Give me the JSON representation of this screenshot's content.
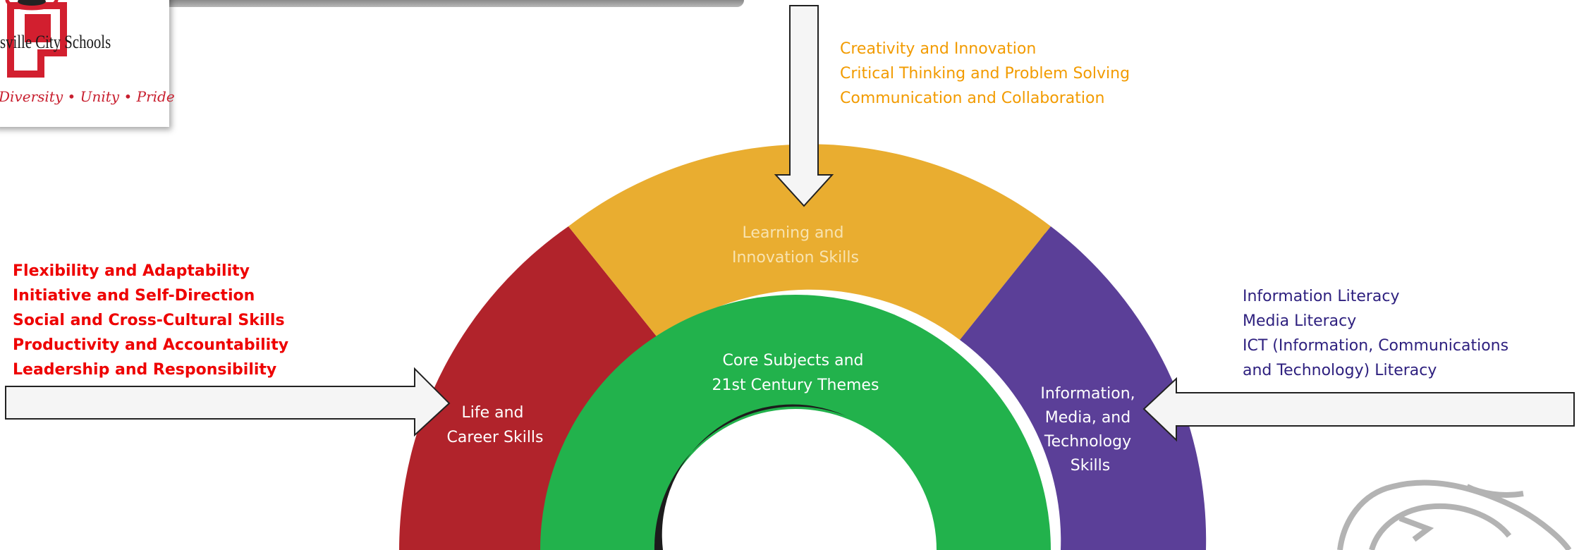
{
  "logo": {
    "name": "sville City Schools",
    "motto": "Diversity • Unity • Pride"
  },
  "diagram": {
    "segments": {
      "learning": {
        "lines": [
          "Learning and",
          "Innovation Skills"
        ],
        "color": "#e9ad30"
      },
      "life": {
        "lines": [
          "Life and",
          "Career Skills"
        ],
        "color": "#b1232b"
      },
      "information": {
        "lines": [
          "Information,",
          "Media, and",
          "Technology",
          "Skills"
        ],
        "color": "#5b3f98"
      },
      "core": {
        "lines": [
          "Core Subjects and",
          "21st Century Themes"
        ],
        "color": "#22b24c"
      }
    }
  },
  "learning_skills": [
    "Creativity and Innovation",
    "Critical Thinking and Problem Solving",
    "Communication and Collaboration"
  ],
  "life_skills": [
    "Flexibility and Adaptability",
    "Initiative and Self-Direction",
    "Social and Cross-Cultural Skills",
    "Productivity and Accountability",
    "Leadership and Responsibility"
  ],
  "information_skills": [
    "Information Literacy",
    "Media Literacy",
    "ICT (Information, Communications",
    "and Technology) Literacy"
  ]
}
